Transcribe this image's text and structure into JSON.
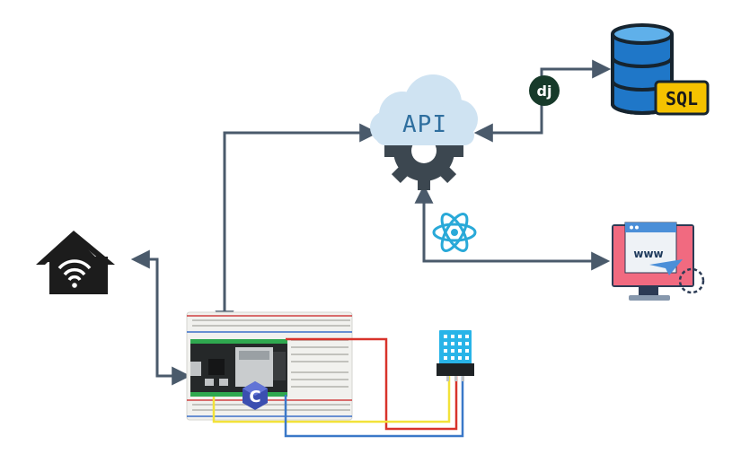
{
  "labels": {
    "api": "API",
    "sql": "SQL",
    "www": "www",
    "django": "dj",
    "c_lang": "C"
  },
  "icons": {
    "home": "home-wifi-icon",
    "cloud": "api-cloud-gear-icon",
    "database": "sql-database-icon",
    "django": "django-badge-icon",
    "react": "react-atom-icon",
    "browser": "www-monitor-icon",
    "board": "esp32-breadboard-icon",
    "c": "c-language-badge-icon",
    "sensor": "dht11-sensor-icon"
  },
  "colors": {
    "arrow": "#4a5a6b",
    "wire_red": "#d8332b",
    "wire_yellow": "#f2e23a",
    "wire_blue": "#3a78c8",
    "cloud": "#cfe3f2",
    "gear": "#3c4750",
    "db": "#1f77c8",
    "sql_badge": "#f5c200",
    "django": "#173a2a",
    "react": "#29a9d8",
    "sensor": "#28b4e8",
    "monitor_screen": "#f16a80"
  }
}
